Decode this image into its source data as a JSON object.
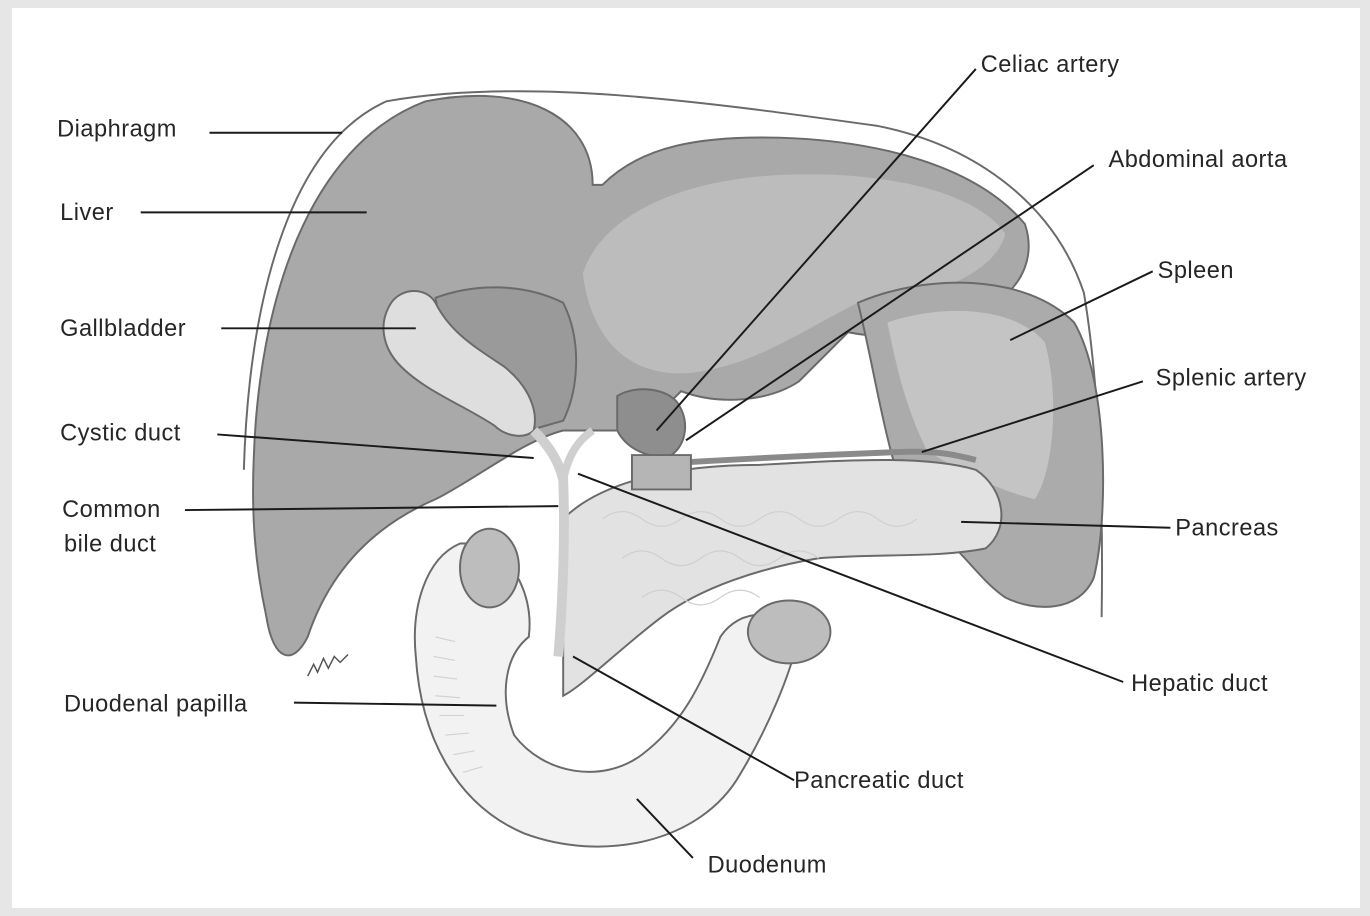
{
  "figure": {
    "labels": {
      "diaphragm": "Diaphragm",
      "liver": "Liver",
      "gallbladder": "Gallbladder",
      "cystic_duct": "Cystic duct",
      "common_bile_duct_line1": "Common",
      "common_bile_duct_line2": "bile duct",
      "duodenal_papilla": "Duodenal papilla",
      "celiac_artery": "Celiac artery",
      "abdominal_aorta": "Abdominal aorta",
      "spleen": "Spleen",
      "splenic_artery": "Splenic artery",
      "pancreas": "Pancreas",
      "hepatic_duct": "Hepatic duct",
      "pancreatic_duct": "Pancreatic duct",
      "duodenum": "Duodenum"
    },
    "colors": {
      "background": "#e6e6e6",
      "paper": "#ffffff",
      "organ_dark": "#9c9c9c",
      "organ_mid": "#bdbdbd",
      "organ_light": "#e2e2e2",
      "line": "#1a1a1a",
      "text": "#262626"
    }
  }
}
